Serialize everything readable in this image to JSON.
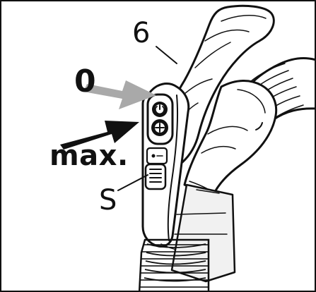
{
  "figure": {
    "labels": {
      "zero": "0",
      "max": "max.",
      "handle_number": "6",
      "slider": "S"
    },
    "colors": {
      "line": "#111111",
      "outline": "#1a1a1a",
      "zero_arrow": "#a9a9a9",
      "max_arrow": "#111111",
      "hose": "#ffffff",
      "shadow": "#e9e9e9"
    },
    "icons": [
      "handle-icon",
      "hose-icon",
      "power-control-icon",
      "slider-switch-icon"
    ]
  }
}
